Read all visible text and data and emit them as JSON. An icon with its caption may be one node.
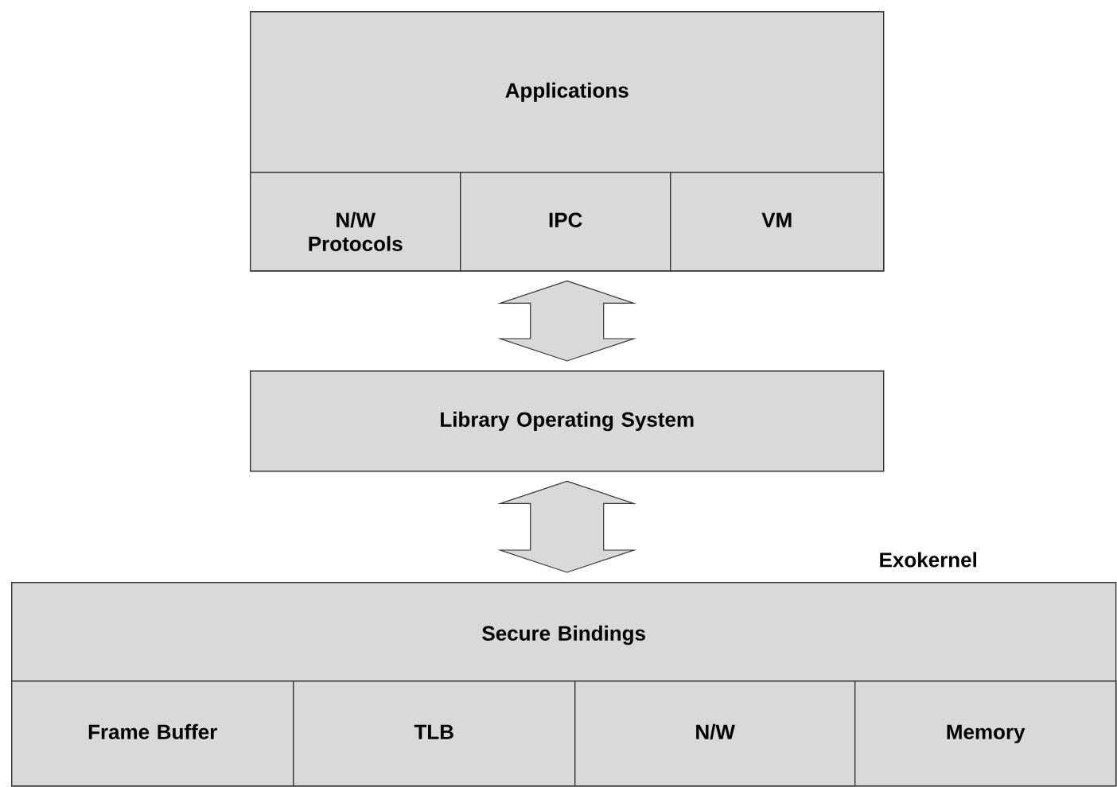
{
  "diagram": {
    "nodes": [
      {
        "text": [
          "Applications"
        ]
      },
      {
        "text": [
          "N/W Protocols"
        ],
        "in": 0
      },
      {
        "text": [
          "IPC"
        ],
        "in": 0
      },
      {
        "text": [
          "VM"
        ],
        "in": 0
      },
      {
        "text": [
          "Library Operating System"
        ]
      },
      {
        "text": [
          "Exokernel",
          "Secure Bindings"
        ]
      },
      {
        "text": [
          "Frame Buffer"
        ],
        "in": 5
      },
      {
        "text": [
          "TLB"
        ],
        "in": 5
      },
      {
        "text": [
          "N/W"
        ],
        "in": 5
      },
      {
        "text": [
          "Memory"
        ],
        "in": 5
      }
    ],
    "edges": [
      {
        "from": 0,
        "to": 4,
        "arrow": "both"
      },
      {
        "from": 4,
        "to": 5,
        "arrow": "both"
      }
    ]
  }
}
